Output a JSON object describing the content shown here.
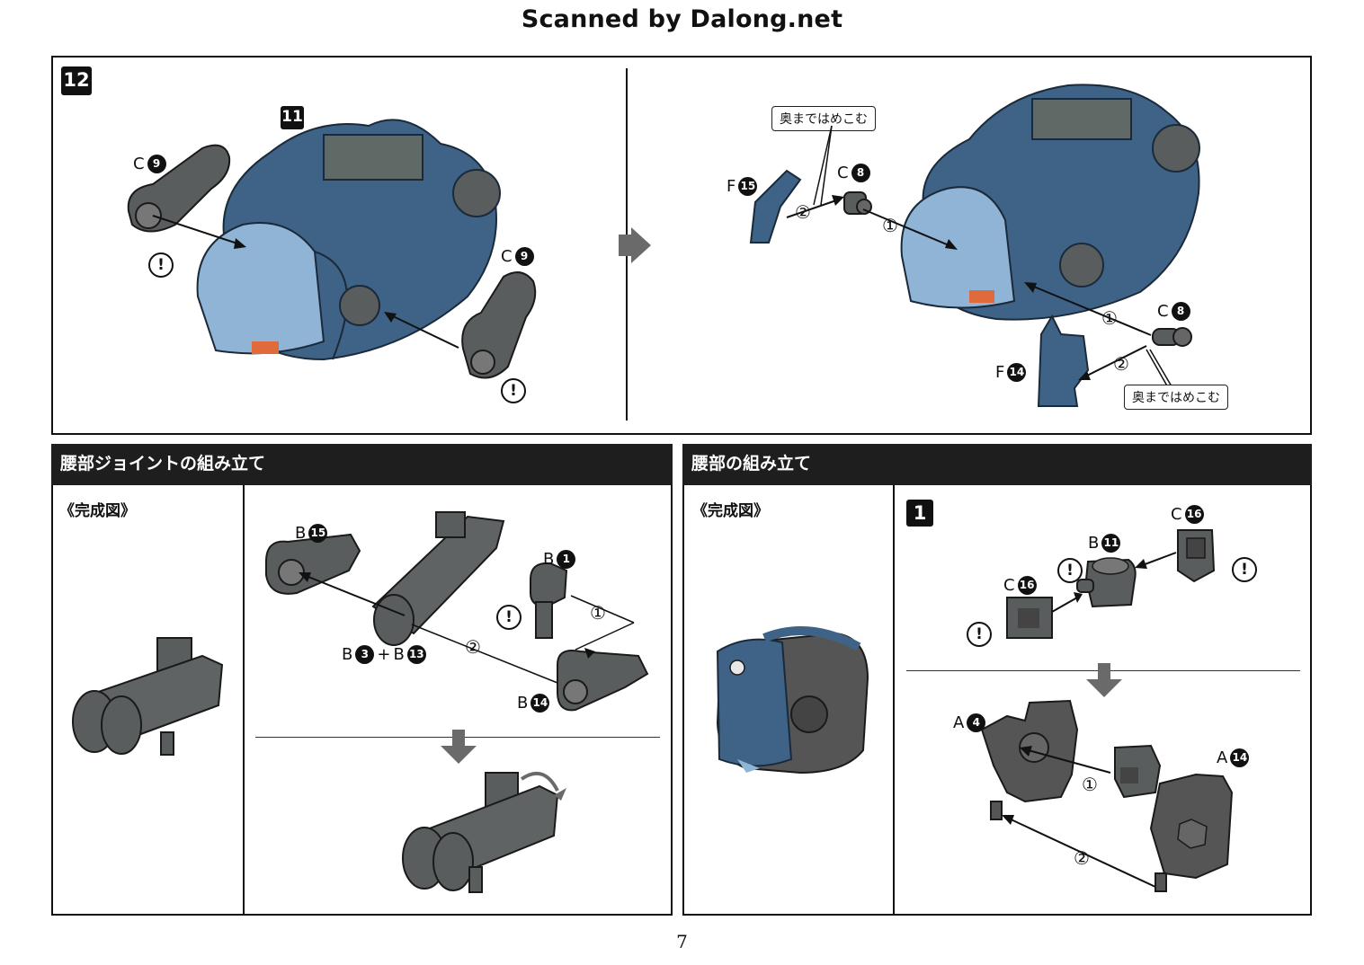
{
  "header": {
    "scan_credit": "Scanned by Dalong.net"
  },
  "top_panel": {
    "step_number": "12",
    "ref_step": "11",
    "callout_press_top": "奥まではめこむ",
    "callout_press_bottom": "奥まではめこむ",
    "parts": {
      "c9_left": {
        "letter": "C",
        "num": "9"
      },
      "c9_right": {
        "letter": "C",
        "num": "9"
      },
      "f15": {
        "letter": "F",
        "num": "15"
      },
      "c8_top": {
        "letter": "C",
        "num": "8"
      },
      "c8_bottom": {
        "letter": "C",
        "num": "8"
      },
      "f14": {
        "letter": "F",
        "num": "14"
      }
    },
    "order_marks": [
      "①",
      "②",
      "①",
      "②"
    ],
    "warning_symbol": "!"
  },
  "waist_joint": {
    "title": "腰部ジョイントの組み立て",
    "completed_label": "《完成図》",
    "parts": {
      "b15": {
        "letter": "B",
        "num": "15"
      },
      "b1": {
        "letter": "B",
        "num": "1"
      },
      "b3": {
        "letter": "B",
        "num": "3"
      },
      "plus": "+",
      "b13": {
        "letter": "B",
        "num": "13"
      },
      "b14": {
        "letter": "B",
        "num": "14"
      }
    },
    "order_marks": [
      "①",
      "②"
    ]
  },
  "waist": {
    "title": "腰部の組み立て",
    "completed_label": "《完成図》",
    "step_number": "1",
    "parts": {
      "c16_top": {
        "letter": "C",
        "num": "16"
      },
      "b11": {
        "letter": "B",
        "num": "11"
      },
      "c16_left": {
        "letter": "C",
        "num": "16"
      },
      "a4": {
        "letter": "A",
        "num": "4"
      },
      "a14": {
        "letter": "A",
        "num": "14"
      }
    },
    "order_marks": [
      "①",
      "②"
    ]
  },
  "page_number": "7",
  "colors": {
    "navy_part": "#3f6386",
    "light_blue": "#8fb4d6",
    "gray_part": "#5a5d5e",
    "orange": "#e06a3a",
    "arrow_gray": "#6a6a6a"
  }
}
